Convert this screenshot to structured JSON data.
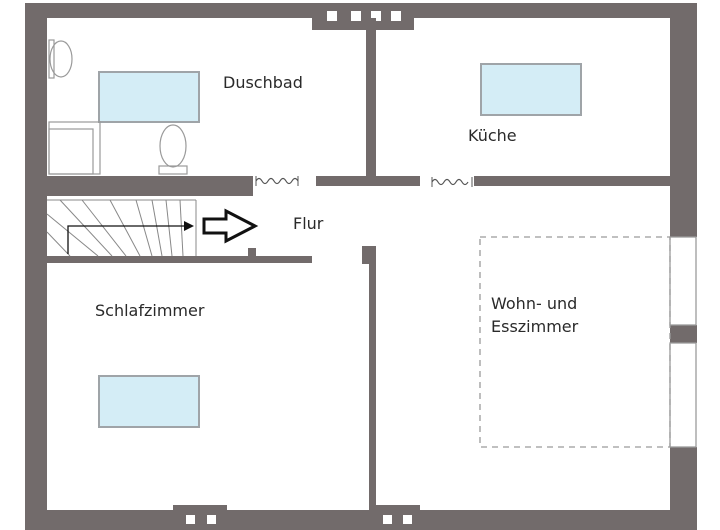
{
  "floor_plan": {
    "rooms": {
      "duschbad": "Duschbad",
      "kueche": "Küche",
      "flur": "Flur",
      "schlafzimmer": "Schlafzimmer",
      "wohn_line1": "Wohn- und",
      "wohn_line2": "Esszimmer"
    },
    "colors": {
      "wall": "#726b6b",
      "window_glass": "#d4edf6",
      "window_frame": "#9fa4a8",
      "fixture_line": "#9a9a9a",
      "arrow": "#111111"
    }
  }
}
